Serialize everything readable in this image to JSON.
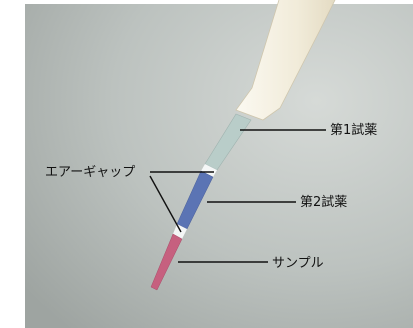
{
  "labels": {
    "reagent1": "第1試薬",
    "reagent2": "第2試薬",
    "air_gap": "エアーギャップ",
    "sample": "サンプル"
  },
  "colors": {
    "background": "#b9bfbc",
    "pipette_tip": "#f3efe2",
    "reagent1_liquid": "#b7cbc8",
    "reagent2_liquid": "#5a73b5",
    "air_gap": "#f4f6f6",
    "sample_liquid": "#c5607f"
  }
}
